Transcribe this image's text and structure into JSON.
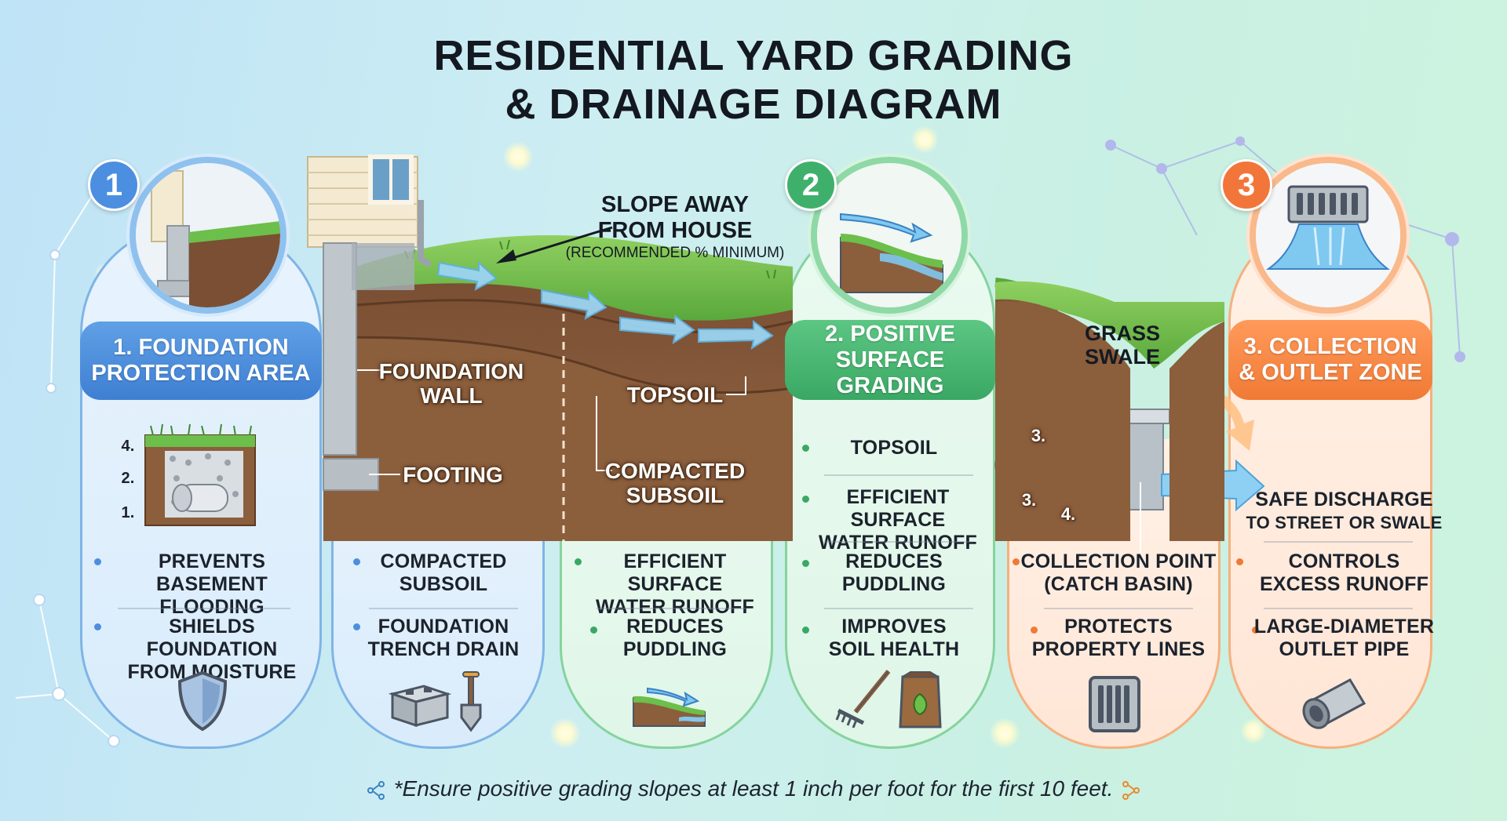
{
  "title": {
    "line1": "RESIDENTIAL YARD GRADING",
    "line2": "& DRAINAGE DIAGRAM"
  },
  "sections": {
    "one": {
      "number": "1",
      "heading_line1": "1. FOUNDATION",
      "heading_line2": "PROTECTION AREA"
    },
    "two": {
      "number": "2",
      "heading_line1": "2. POSITIVE",
      "heading_line2": "SURFACE GRADING"
    },
    "three": {
      "number": "3",
      "heading_line1": "3. COLLECTION",
      "heading_line2": "& OUTLET ZONE"
    }
  },
  "layer_numbers": {
    "n4": "4.",
    "n2": "2.",
    "n1": "1."
  },
  "pipe_numbers": {
    "a": "3.",
    "b": "3.",
    "c": "4."
  },
  "callouts": {
    "slope_line1": "SLOPE AWAY",
    "slope_line2": "FROM HOUSE",
    "slope_note": "(RECOMMENDED % MINIMUM)",
    "foundation_wall_line1": "FOUNDATION",
    "foundation_wall_line2": "WALL",
    "footing": "FOOTING",
    "topsoil": "TOPSOIL",
    "compacted_line1": "COMPACTED",
    "compacted_line2": "SUBSOIL",
    "grass_swale_line1": "GRASS",
    "grass_swale_line2": "SWALE"
  },
  "columns": {
    "c1": {
      "a1": "PREVENTS",
      "a2": "BASEMENT FLOODING",
      "b1": "SHIELDS FOUNDATION",
      "b2": "FROM MOISTURE"
    },
    "c2": {
      "a1": "COMPACTED",
      "a2": "SUBSOIL",
      "b1": "FOUNDATION",
      "b2": "TRENCH DRAIN"
    },
    "c3": {
      "a1": "EFFICIENT SURFACE",
      "a2": "WATER RUNOFF",
      "b1": "REDUCES",
      "b2": "PUDDLING"
    },
    "c4": {
      "t": "TOPSOIL",
      "e1": "EFFICIENT SURFACE",
      "e2": "WATER RUNOFF",
      "a1": "REDUCES",
      "a2": "PUDDLING",
      "b1": "IMPROVES",
      "b2": "SOIL HEALTH"
    },
    "c5": {
      "a1": "COLLECTION POINT",
      "a2": "(CATCH BASIN)",
      "b1": "PROTECTS",
      "b2": "PROPERTY LINES"
    },
    "c6": {
      "s1": "SAFE DISCHARGE",
      "s2": "TO STREET OR SWALE",
      "a1": "CONTROLS",
      "a2": "EXCESS RUNOFF",
      "b1": "LARGE-DIAMETER",
      "b2": "OUTLET PIPE"
    }
  },
  "footnote": "*Ensure positive grading slopes at least 1 inch per foot for the first 10 feet.",
  "colors": {
    "blue": "#3f7fd2",
    "green": "#3aa864",
    "orange": "#f07a35",
    "soil": "#8a5a3a",
    "grass": "#7cc255",
    "water": "#7fc8f0"
  },
  "icons": [
    "shield-icon",
    "concrete-block-icon",
    "shovel-icon",
    "slope-water-icon",
    "rake-icon",
    "soil-bag-icon",
    "drain-grate-icon",
    "outlet-pipe-icon",
    "network-icon"
  ]
}
